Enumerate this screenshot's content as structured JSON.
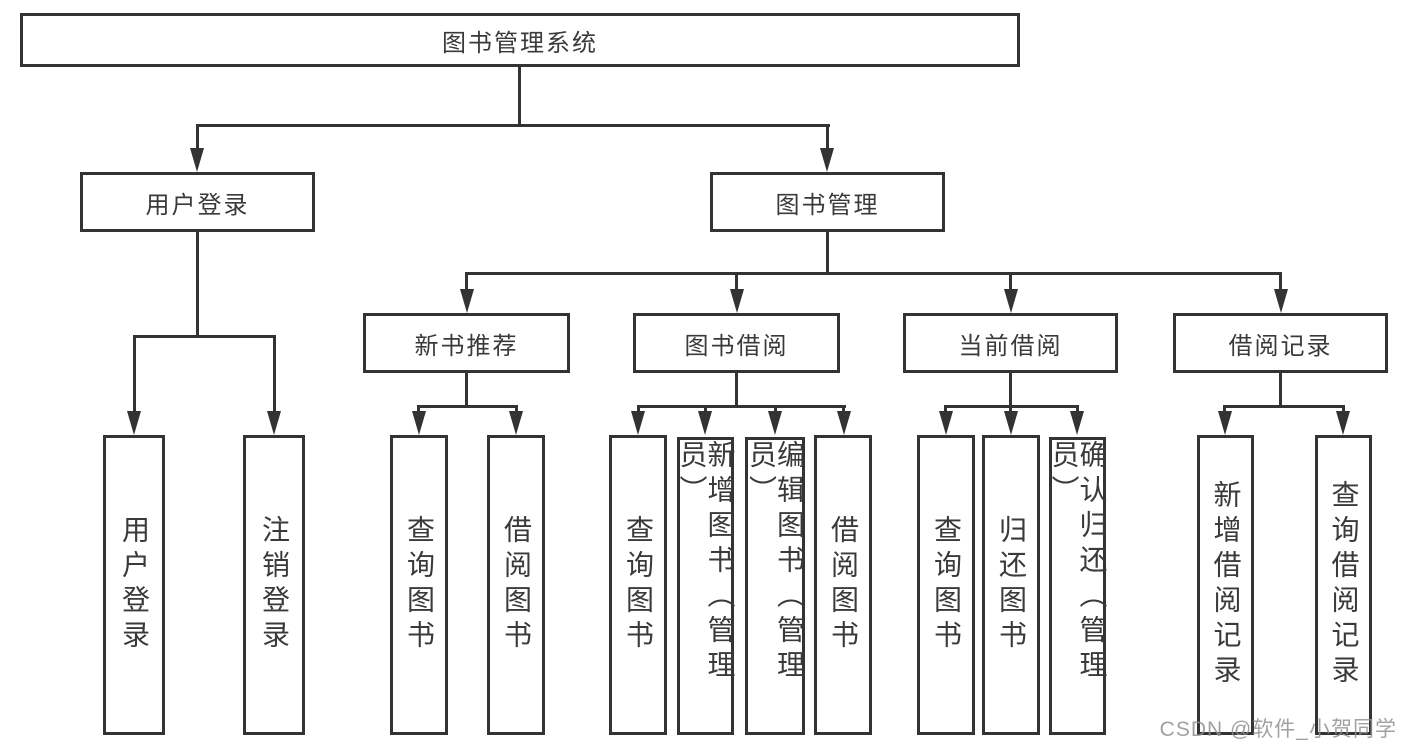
{
  "root": {
    "label": "图书管理系统"
  },
  "level2": [
    {
      "label": "用户登录"
    },
    {
      "label": "图书管理"
    }
  ],
  "level3": [
    {
      "label": "新书推荐"
    },
    {
      "label": "图书借阅"
    },
    {
      "label": "当前借阅"
    },
    {
      "label": "借阅记录"
    }
  ],
  "leaves": [
    {
      "label": "用户登录",
      "parent": "用户登录"
    },
    {
      "label": "注销登录",
      "parent": "用户登录"
    },
    {
      "label": "查询图书",
      "parent": "新书推荐"
    },
    {
      "label": "借阅图书",
      "parent": "新书推荐"
    },
    {
      "label": "查询图书",
      "parent": "图书借阅"
    },
    {
      "label": "新增图书（管理员）",
      "parent": "图书借阅"
    },
    {
      "label": "编辑图书（管理员）",
      "parent": "图书借阅"
    },
    {
      "label": "借阅图书",
      "parent": "图书借阅"
    },
    {
      "label": "查询图书",
      "parent": "当前借阅"
    },
    {
      "label": "归还图书",
      "parent": "当前借阅"
    },
    {
      "label": "确认归还（管理员）",
      "parent": "当前借阅"
    },
    {
      "label": "新增借阅记录",
      "parent": "借阅记录"
    },
    {
      "label": "查询借阅记录",
      "parent": "借阅记录"
    }
  ],
  "watermark": "CSDN @软件_小贺同学",
  "colors": {
    "line": "#333333",
    "text": "#3a3a3a",
    "background": "#ffffff",
    "watermark": "#919191"
  }
}
